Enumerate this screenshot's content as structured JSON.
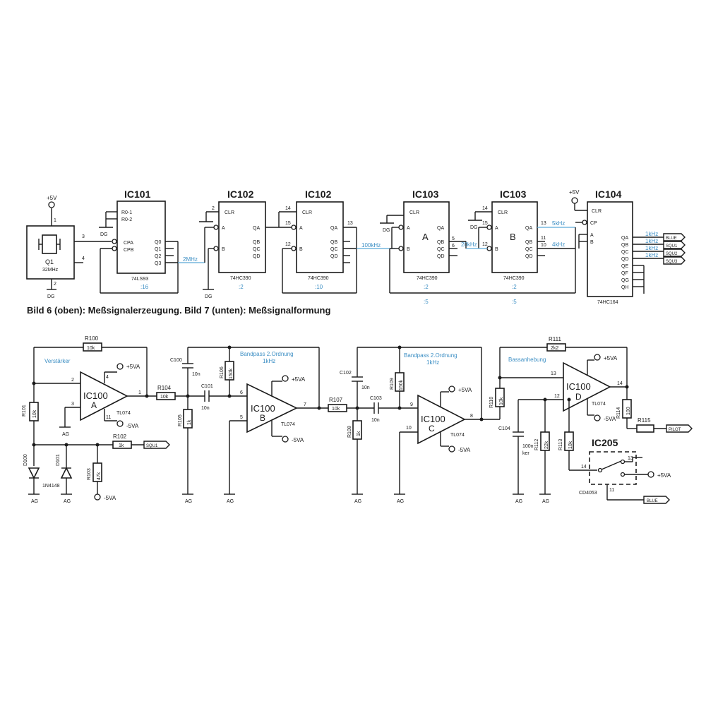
{
  "caption": "Bild 6 (oben): Meßsignalerzeugung.  Bild 7 (unten): Meßsignalformung",
  "colors": {
    "line": "#1a1a1a",
    "annotation": "#3d8fc4"
  },
  "top": {
    "q1": {
      "name": "Q1",
      "freq": "32MHz",
      "supply": "+5V",
      "gnd": "DG"
    },
    "ic101": {
      "name": "IC101",
      "part": "74LS93",
      "pins": [
        "R0-1",
        "R0-2",
        "CPA",
        "CPB",
        "Q0",
        "Q1",
        "Q2",
        "Q3"
      ],
      "ratio": ":16",
      "out_freq": "2MHz"
    },
    "ic102a": {
      "name": "IC102",
      "part": "74HC390",
      "pins": [
        "CLR",
        "A",
        "B",
        "QA",
        "QB",
        "QC",
        "QD"
      ],
      "ratio": ":2"
    },
    "ic102b": {
      "name": "IC102",
      "part": "74HC390",
      "pins": [
        "CLR",
        "A",
        "B",
        "QA",
        "QB",
        "QC",
        "QD"
      ],
      "ratio": ":10",
      "out_freq": "100kHz"
    },
    "ic103a": {
      "name": "IC103",
      "part": "74HC390",
      "inner": "A",
      "pins": [
        "CLR",
        "A",
        "B",
        "QA",
        "QB",
        "QC",
        "QD"
      ],
      "ratio1": ":2",
      "ratio2": ":5"
    },
    "ic103b": {
      "name": "IC103",
      "part": "74HC390",
      "inner": "B",
      "pins": [
        "CLR",
        "A",
        "B",
        "QA",
        "QB",
        "QC",
        "QD"
      ],
      "ratio1": ":2",
      "ratio2": ":5",
      "f1": "20kHz",
      "f2": "5kHz",
      "f3": "4kHz"
    },
    "ic104": {
      "name": "IC104",
      "part": "74HC164",
      "supply": "+5V",
      "pins": [
        "CLR",
        "CP",
        "A",
        "B",
        "QA",
        "QB",
        "QC",
        "QD",
        "QE",
        "QF",
        "QG",
        "QH"
      ],
      "outputs": [
        "1kHz",
        "1kHz",
        "1kHz",
        "1kHz"
      ],
      "out_labels": [
        "BLUE",
        "SQU1",
        "SQU2",
        "SQU3"
      ]
    },
    "dg": "DG"
  },
  "bottom": {
    "opamp_a": {
      "name": "IC100",
      "unit": "A",
      "part": "TL074",
      "title": "Verstärker",
      "pos": "+5VA",
      "neg": "-5VA"
    },
    "opamp_b": {
      "name": "IC100",
      "unit": "B",
      "part": "TL074",
      "title": "Bandpass 2.Ordnung",
      "sub": "1kHz",
      "pos": "+5VA",
      "neg": "-5VA"
    },
    "opamp_c": {
      "name": "IC100",
      "unit": "C",
      "part": "TL074",
      "title": "Bandpass 2.Ordnung",
      "sub": "1kHz",
      "pos": "+5VA",
      "neg": "-5VA"
    },
    "opamp_d": {
      "name": "IC100",
      "unit": "D",
      "part": "TL074",
      "title": "Bassanhebung",
      "pos": "+5VA",
      "neg": "-5VA"
    },
    "resistors": {
      "r100": "R100",
      "r100v": "10k",
      "r101": "R101",
      "r101v": "10k",
      "r102": "R102",
      "r102v": "1k",
      "r103": "R103",
      "r103v": "47k",
      "r104": "R104",
      "r104v": "10k",
      "r105": "R105",
      "r105v": "1k",
      "r106": "R106",
      "r106v": "150k",
      "r107": "R107",
      "r107v": "10k",
      "r108": "R108",
      "r108v": "1k",
      "r109": "R109",
      "r109v": "150k",
      "r110": "R110",
      "r110v": "10k",
      "r111": "R111",
      "r111v": "2k2",
      "r112": "R112",
      "r112v": "22k",
      "r113": "R113",
      "r113v": "10k",
      "r114": "R114",
      "r114v": "100",
      "r115": "R115"
    },
    "caps": {
      "c100": "C100",
      "c101": "C101",
      "c102": "C102",
      "c103": "C103",
      "c104": "C104",
      "v10n": "10n",
      "v100n": "100n",
      "ker": "ker"
    },
    "diodes": {
      "d100": "D100",
      "d101": "D101",
      "type": "1N4148"
    },
    "ic205": {
      "name": "IC205",
      "part": "CD4053",
      "pin11": "11",
      "pin14": "14",
      "pin13": "13",
      "supply": "+5VA"
    },
    "labels": {
      "ag": "AG",
      "in": "SQU1",
      "neg": "-5VA",
      "out": "PILOT",
      "sel": "BLUE"
    }
  }
}
